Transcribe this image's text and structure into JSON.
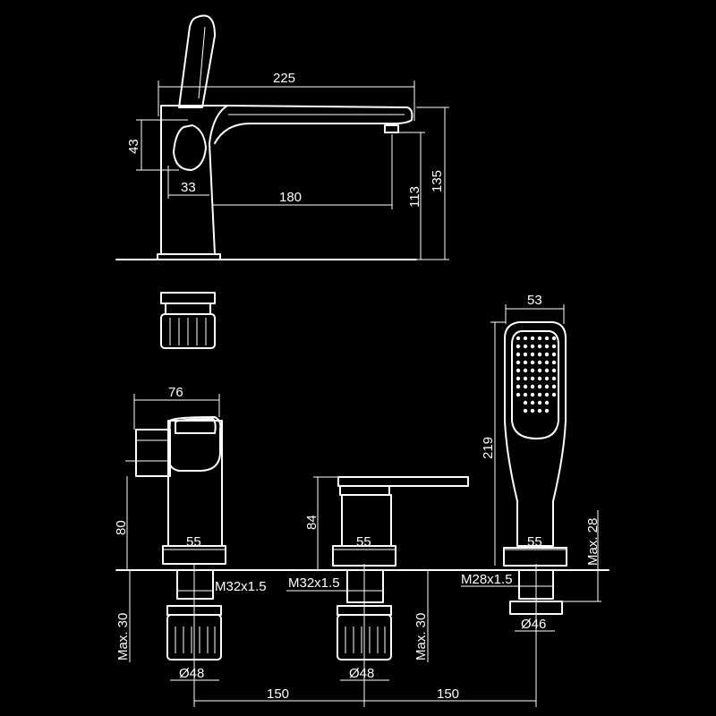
{
  "drawing": {
    "side_view": {
      "overall_length": "225",
      "height_total": "135",
      "height_spout": "113",
      "spout_reach": "180",
      "handle_height": "43",
      "handle_offset": "33"
    },
    "front_views": {
      "mixer_width": "76",
      "mixer_height": "80",
      "spout_height": "84",
      "shower_width": "53",
      "shower_length": "219",
      "base_mixer": "55",
      "base_spout": "55",
      "base_shower": "55",
      "thread_mixer": "M32x1.5",
      "thread_spout": "M32x1.5",
      "thread_shower": "M28x1.5",
      "max_left": "Max. 30",
      "max_middle": "Max. 30",
      "max_right": "Max. 28",
      "nut_left": "Ø48",
      "nut_middle": "Ø48",
      "nut_right": "Ø46",
      "spacing_left": "150",
      "spacing_right": "150"
    }
  }
}
